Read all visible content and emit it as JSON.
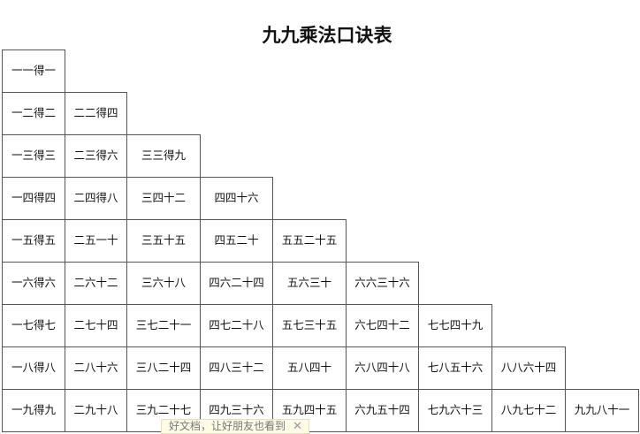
{
  "title": "九九乘法口诀表",
  "rows": [
    [
      "一一得一"
    ],
    [
      "一二得二",
      "二二得四"
    ],
    [
      "一三得三",
      "二三得六",
      "三三得九"
    ],
    [
      "一四得四",
      "二四得八",
      "三四十二",
      "四四十六"
    ],
    [
      "一五得五",
      "二五一十",
      "三五十五",
      "四五二十",
      "五五二十五"
    ],
    [
      "一六得六",
      "二六十二",
      "三六十八",
      "四六二十四",
      "五六三十",
      "六六三十六"
    ],
    [
      "一七得七",
      "二七十四",
      "三七二十一",
      "四七二十八",
      "五七三十五",
      "六七四十二",
      "七七四十九"
    ],
    [
      "一八得八",
      "二八十六",
      "三八二十四",
      "四八三十二",
      "五八四十",
      "六八四十八",
      "七八五十六",
      "八八六十四"
    ],
    [
      "一九得九",
      "二九十八",
      "三九二十七",
      "四九三十六",
      "五九四十五",
      "六九五十四",
      "七九六十三",
      "八九七十二",
      "九九八十一"
    ]
  ],
  "toast": {
    "text": "好文档，让好朋友也看到",
    "close_icon": "close-icon",
    "close_glyph": "✕"
  }
}
